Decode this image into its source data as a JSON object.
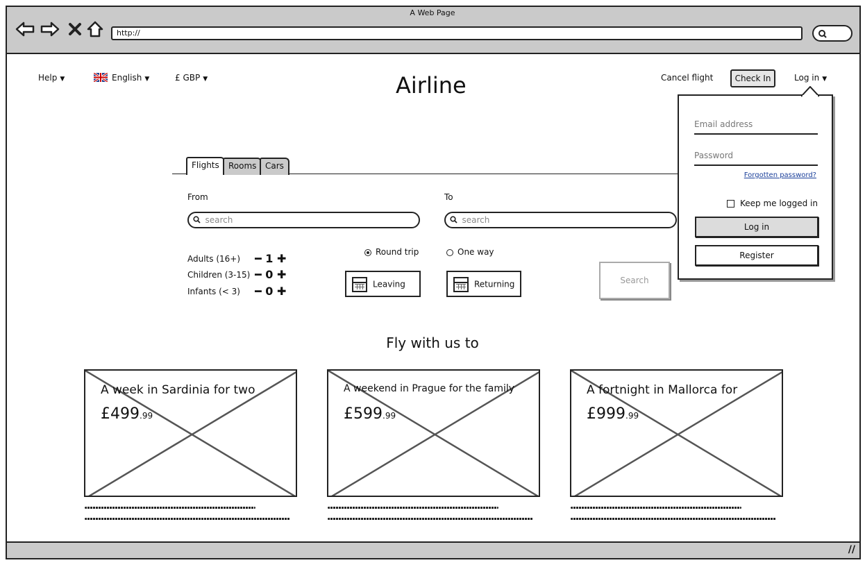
{
  "browser": {
    "title": "A Web Page",
    "url": "http://"
  },
  "header": {
    "help_label": "Help",
    "language_label": "English",
    "currency_label": "£ GBP",
    "brand": "Airline",
    "cancel_flight": "Cancel flight",
    "check_in": "Check In",
    "log_in": "Log in"
  },
  "tabs": [
    {
      "label": "Flights",
      "active": true
    },
    {
      "label": "Rooms",
      "active": false
    },
    {
      "label": "Cars",
      "active": false
    }
  ],
  "search_form": {
    "from_label": "From",
    "to_label": "To",
    "from_placeholder": "search",
    "to_placeholder": "search",
    "passengers": [
      {
        "label": "Adults (16+)",
        "count": "1"
      },
      {
        "label": "Children (3-15)",
        "count": "0"
      },
      {
        "label": "Infants (< 3)",
        "count": "0"
      }
    ],
    "trip_types": [
      {
        "label": "Round trip",
        "selected": true
      },
      {
        "label": "One way",
        "selected": false
      }
    ],
    "leaving_label": "Leaving",
    "returning_label": "Returning",
    "search_label": "Search"
  },
  "promo": {
    "heading": "Fly with us to",
    "cards": [
      {
        "title": "A week in Sardinia for two",
        "price": "£499",
        "pence": ".99"
      },
      {
        "title": "A weekend in Prague for the family",
        "price": "£599",
        "pence": ".99"
      },
      {
        "title": "A fortnight in Mallorca for",
        "price": "£999",
        "pence": ".99"
      }
    ]
  },
  "login": {
    "email_placeholder": "Email address",
    "password_placeholder": "Password",
    "forgot_link": "Forgotten password?",
    "keep_logged_in": "Keep me logged in",
    "login_button": "Log in",
    "register_button": "Register"
  }
}
